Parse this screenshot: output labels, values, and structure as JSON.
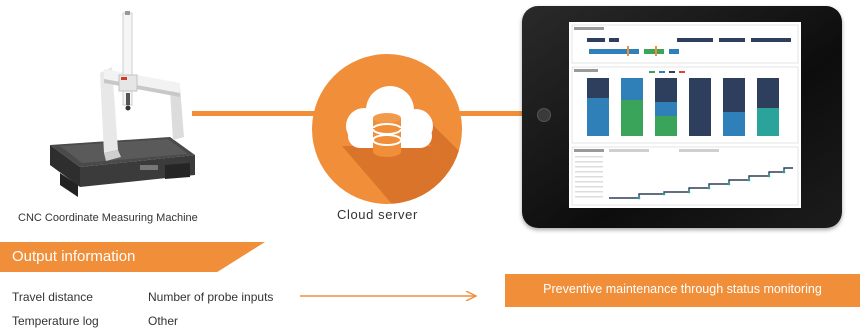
{
  "machine": {
    "caption": "CNC Coordinate Measuring Machine",
    "icon": "cmm-machine"
  },
  "cloud": {
    "caption": "Cloud server",
    "icon": "cloud-database-icon"
  },
  "tablet": {
    "icon": "tablet-dashboard"
  },
  "output": {
    "title": "Output information",
    "items": [
      "Travel distance",
      "Number of probe inputs",
      "Temperature log",
      "Other"
    ]
  },
  "result": {
    "label": "Preventive maintenance through status monitoring"
  },
  "colors": {
    "accent": "#f08e3a",
    "cloud_shadow": "#d9742a",
    "text": "#333333",
    "chart_blue": "#2f7fb8",
    "chart_navy": "#2d3f5c",
    "chart_green": "#3aa55a",
    "chart_teal": "#2aa39a"
  }
}
